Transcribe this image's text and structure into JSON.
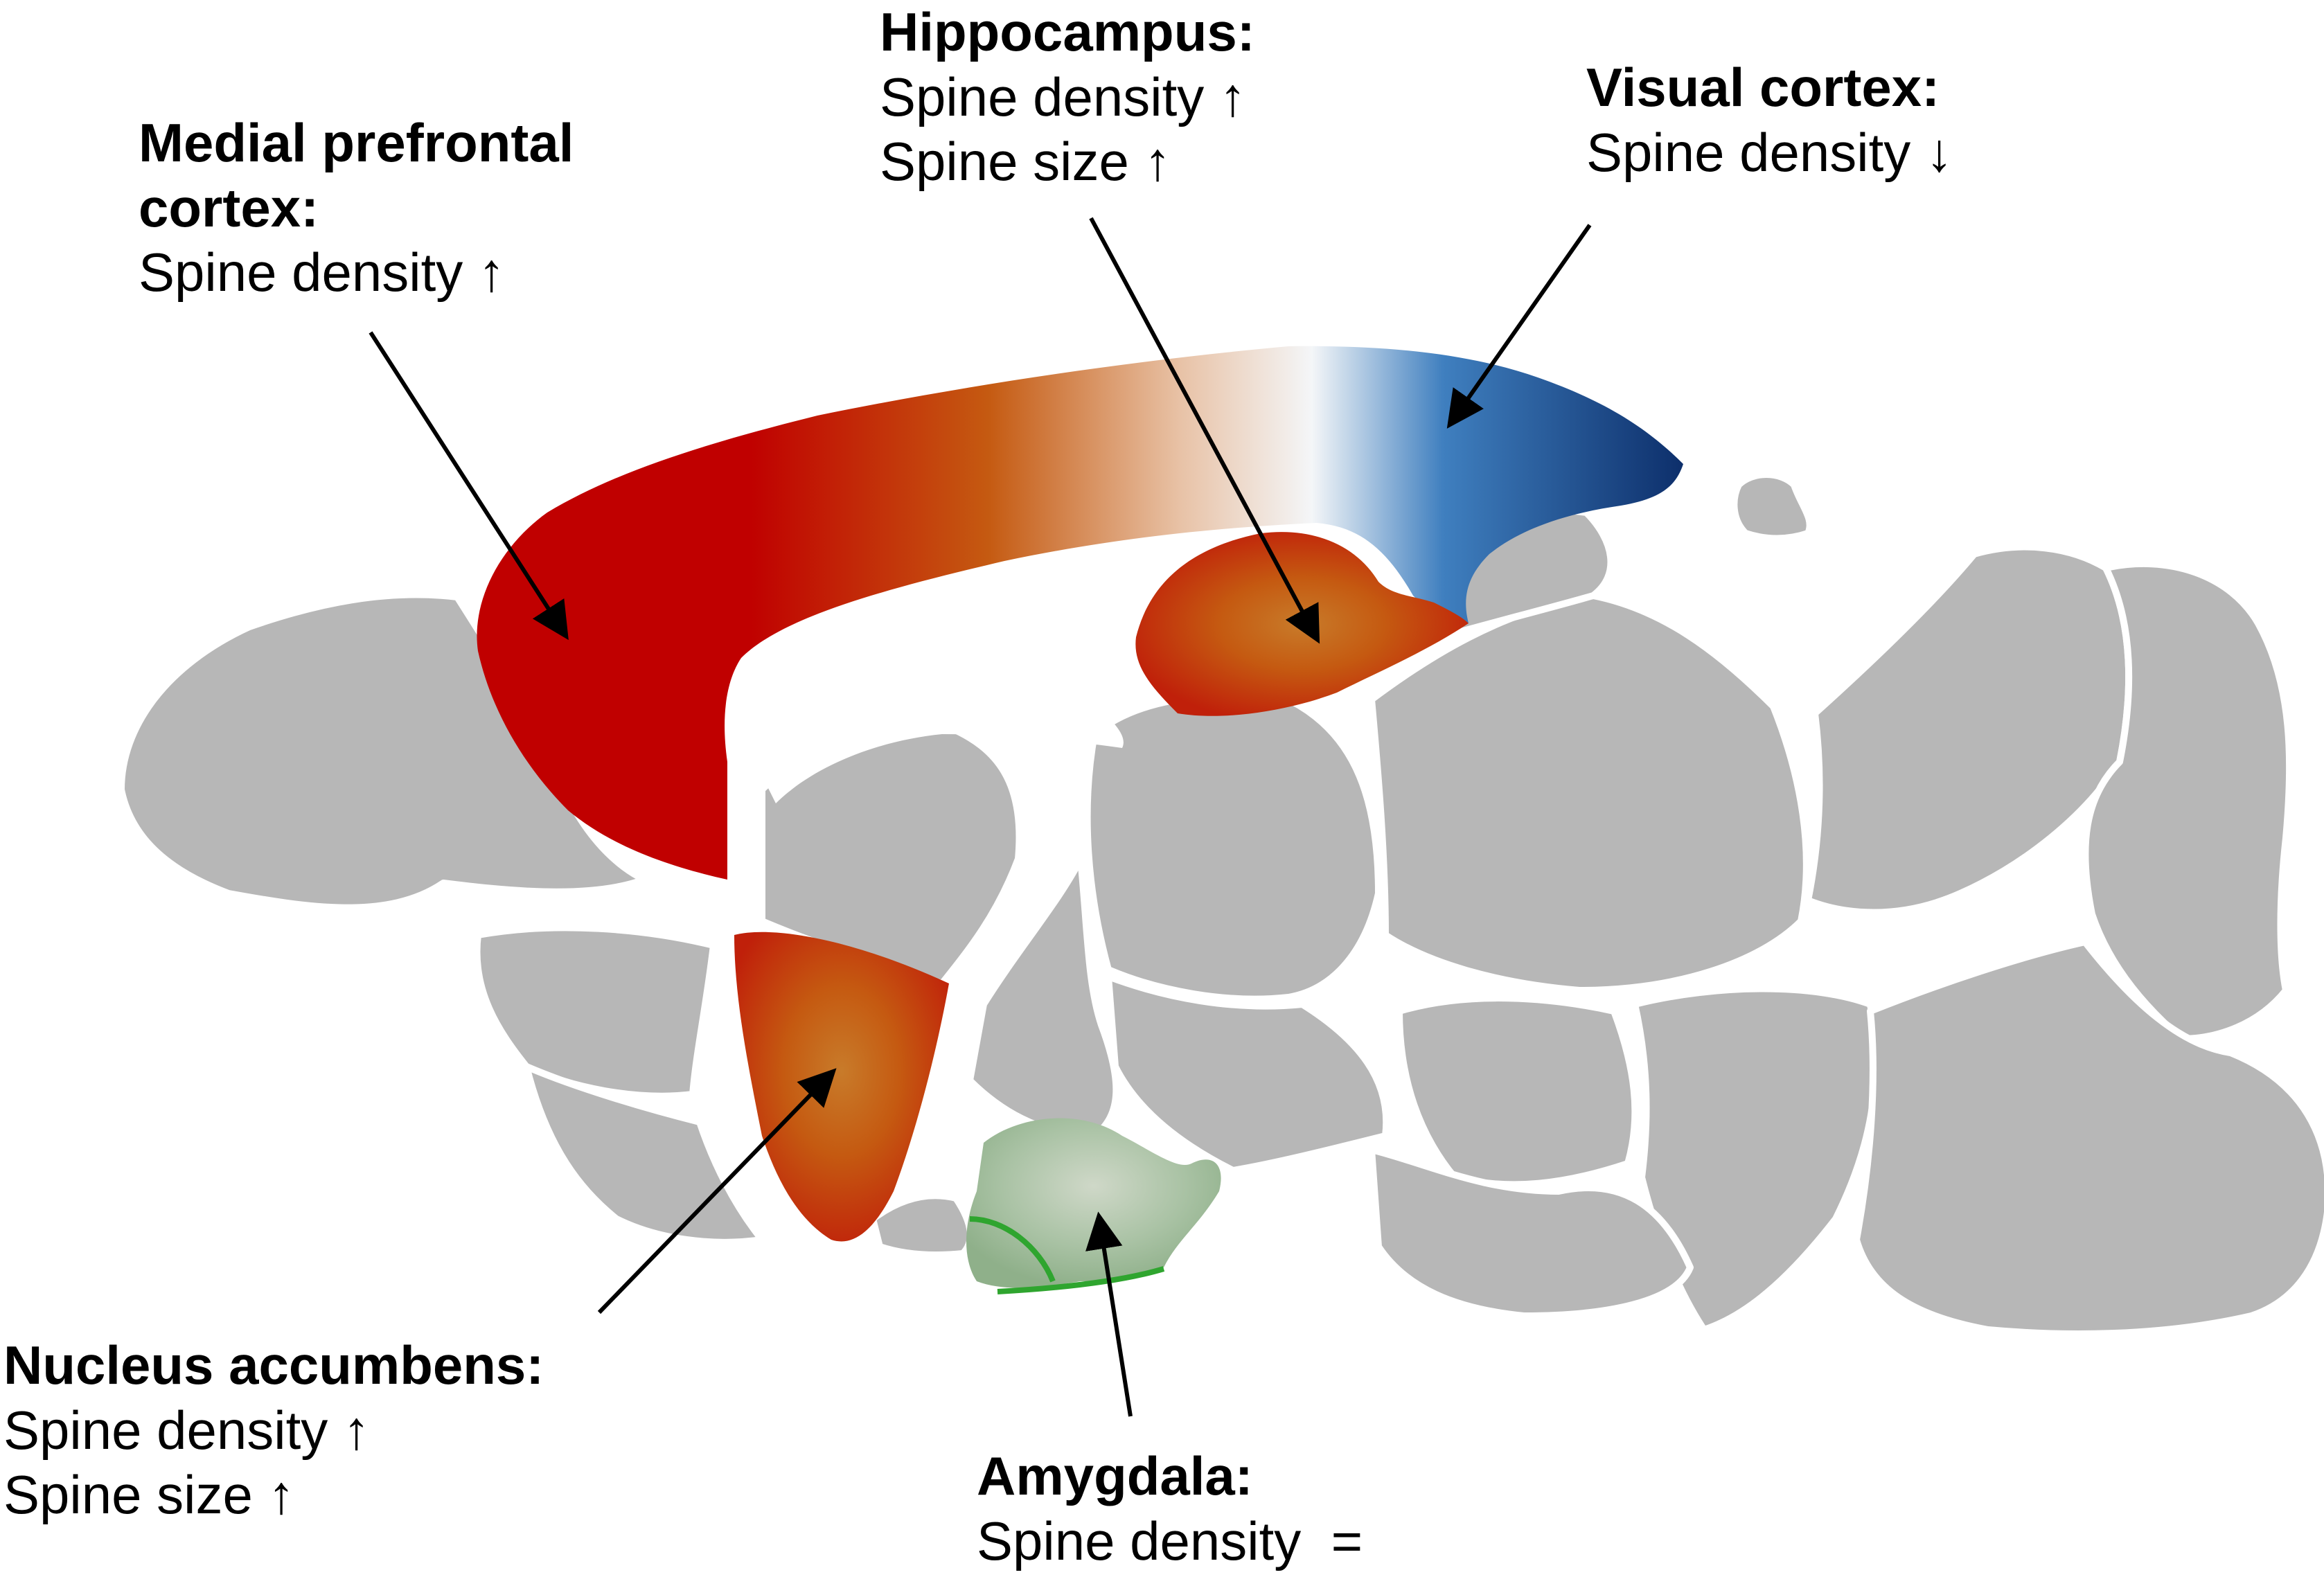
{
  "figure": {
    "regions": [
      {
        "id": "mpfc",
        "title": "Medial prefrontal",
        "title_line2": "cortex:",
        "effects": [
          "Spine density ↑"
        ],
        "color": "#c00000"
      },
      {
        "id": "hippocampus",
        "title": "Hippocampus:",
        "effects": [
          "Spine density ↑",
          "Spine size ↑"
        ],
        "color": "#c55a11"
      },
      {
        "id": "visual",
        "title": "Visual cortex:",
        "effects": [
          "Spine density ↓"
        ],
        "color": "#1f4e8c"
      },
      {
        "id": "nac",
        "title": "Nucleus accumbens:",
        "effects": [
          "Spine density ↑",
          "Spine size ↑"
        ],
        "color": "#c55a11"
      },
      {
        "id": "amygdala",
        "title": "Amygdala:",
        "effects": [
          "Spine density  ="
        ],
        "color": "#7fa77f"
      }
    ],
    "colors": {
      "background_tissue": "#b7b7b7",
      "increase": "#c00000",
      "increase_mid": "#c55a11",
      "decrease": "#0d2f6b",
      "no_change": "#9fbf9f",
      "amygdala_edge": "#2fa52f",
      "arrow": "#000000"
    }
  }
}
